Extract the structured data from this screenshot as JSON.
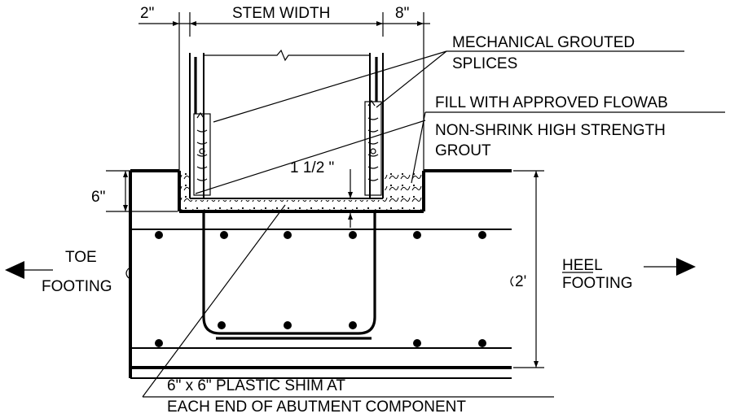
{
  "labels": {
    "dim_left": "2\"",
    "stem_width": "STEM WIDTH",
    "dim_right": "8\"",
    "mech_splices_line1": "MECHANICAL GROUTED",
    "mech_splices_line2": "SPLICES",
    "fill_flowable": "FILL WITH APPROVED FLOWAB",
    "grout_line1": "NON-SHRINK HIGH STRENGTH",
    "grout_line2": "GROUT",
    "dim_6in": "6\"",
    "dim_1_5in": "1 1/2 \"",
    "toe_line1": "TOE",
    "toe_line2": "FOOTING",
    "dim_2ft": "2'",
    "heel_line1": "HEEL",
    "heel_line2": "FOOTING",
    "shim_line1": "6\" x 6\" PLASTIC SHIM AT",
    "shim_line2": "EACH END OF ABUTMENT COMPONENT"
  },
  "colors": {
    "ink": "#000000",
    "background": "#ffffff"
  }
}
